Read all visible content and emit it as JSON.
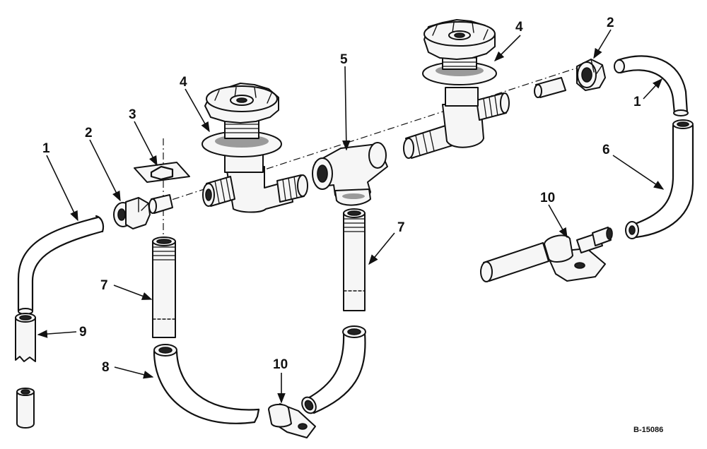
{
  "callouts": {
    "c1_left": "1",
    "c2_left": "2",
    "c3": "3",
    "c4_left": "4",
    "c5": "5",
    "c4_right": "4",
    "c2_right": "2",
    "c1_right": "1",
    "c6": "6",
    "c7_left": "7",
    "c7_right": "7",
    "c8": "8",
    "c9": "9",
    "c10_bottom": "10",
    "c10_right": "10"
  },
  "drawing_number": "B-15086"
}
